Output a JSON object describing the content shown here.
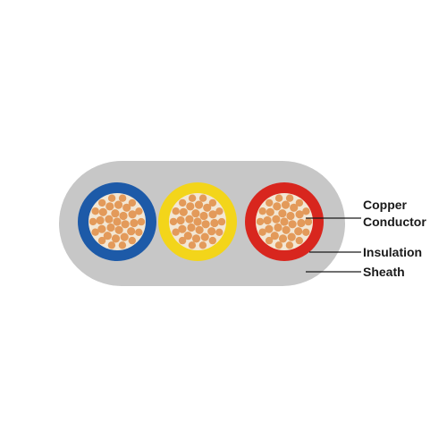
{
  "diagram": {
    "labels": {
      "copper": "Copper",
      "conductor": "Conductor",
      "insulation": "Insulation",
      "sheath": "Sheath"
    },
    "colors": {
      "sheath": "#c7c7c7",
      "wire_1": "#1d5aa8",
      "wire_2": "#f3d51a",
      "wire_3": "#d8261e",
      "copper": "#e39a5a",
      "core_bg": "#f3e7d4",
      "leader": "#1a1a1a"
    },
    "cores": [
      {
        "name": "core-blue",
        "color_key": "wire_1"
      },
      {
        "name": "core-yellow",
        "color_key": "wire_2"
      },
      {
        "name": "core-red",
        "color_key": "wire_3"
      }
    ]
  }
}
